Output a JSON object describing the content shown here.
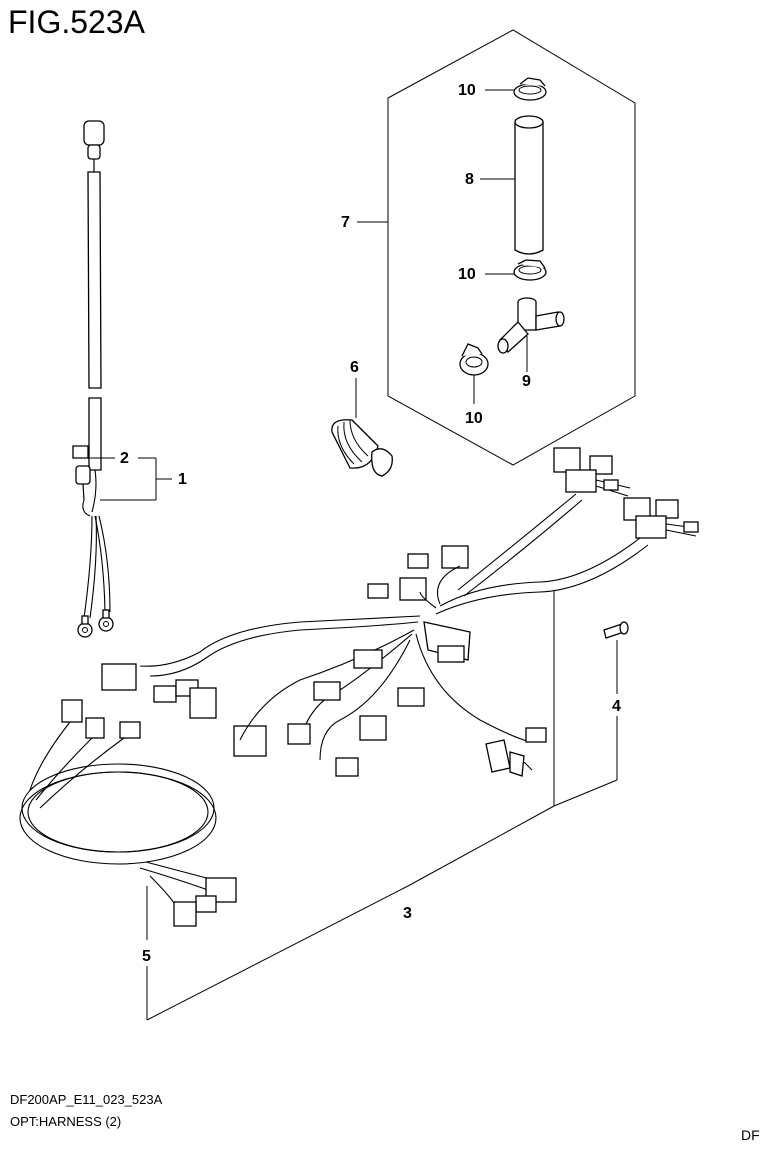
{
  "figure": {
    "title": "FIG.523A",
    "callouts": {
      "c1": "1",
      "c2": "2",
      "c3": "3",
      "c4": "4",
      "c5": "5",
      "c6": "6",
      "c7": "7",
      "c8": "8",
      "c9": "9",
      "c10a": "10",
      "c10b": "10",
      "c10c": "10"
    }
  },
  "footer": {
    "drawing_code": "DF200AP_E11_023_523A",
    "caption": "OPT:HARNESS (2)",
    "corner_mark": "DF"
  }
}
